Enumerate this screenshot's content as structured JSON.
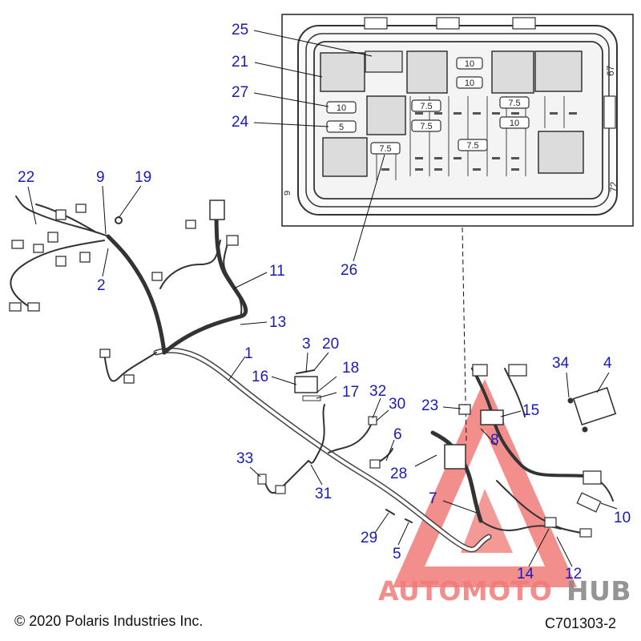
{
  "inset": {
    "fuse_labels": [
      "10",
      "10",
      "7.5",
      "7.5",
      "7.5",
      "10",
      "10",
      "5",
      "7.5"
    ],
    "side_numbers": [
      "67",
      "72",
      "9"
    ]
  },
  "callouts": [
    "25",
    "21",
    "27",
    "24",
    "26",
    "22",
    "9",
    "19",
    "2",
    "11",
    "13",
    "1",
    "3",
    "20",
    "16",
    "18",
    "17",
    "32",
    "30",
    "23",
    "15",
    "34",
    "4",
    "8",
    "6",
    "28",
    "33",
    "31",
    "7",
    "10",
    "29",
    "5",
    "14",
    "12"
  ],
  "watermark": {
    "text_part1": "AUTOMOTO",
    "text_part2": "HUB",
    "color_primary": "#f07b78",
    "color_secondary": "#8a8a8a"
  },
  "footer": {
    "copyright": "© 2020 Polaris Industries Inc.",
    "code": "C701303-2"
  },
  "colors": {
    "callout": "#1a1ab8",
    "line": "#222222"
  }
}
